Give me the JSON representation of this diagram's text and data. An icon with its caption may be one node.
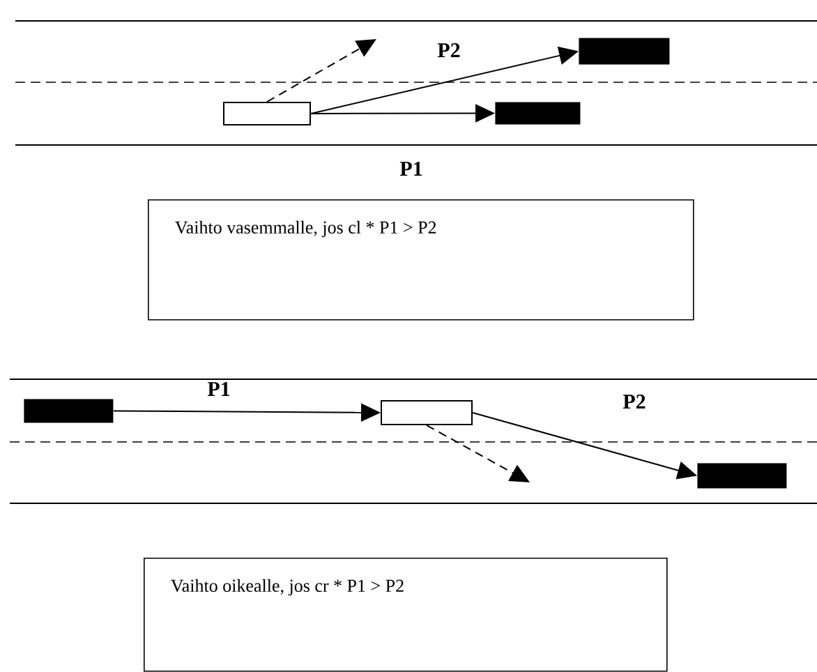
{
  "diagram": {
    "nodes": [
      {
        "text": [],
        "shape": "box"
      },
      {
        "text": [],
        "shape": "bar"
      },
      {
        "text": [],
        "shape": "bar"
      },
      {
        "text": [
          "Vaihto vasemmalle, jos cl * P1 > P2"
        ]
      },
      {
        "text": [],
        "shape": "bar"
      },
      {
        "text": [],
        "shape": "box"
      },
      {
        "text": [],
        "shape": "bar"
      },
      {
        "text": [
          "Vaihto oikealle, jos cr * P1 > P2"
        ]
      }
    ],
    "edges": [
      {
        "from": 0,
        "to": null,
        "arrow": "to",
        "style": "dashed"
      },
      {
        "from": 0,
        "to": 1,
        "arrow": "to"
      },
      {
        "from": 0,
        "to": 2,
        "arrow": "to"
      },
      {
        "from": 4,
        "to": 5,
        "arrow": "to"
      },
      {
        "from": 5,
        "to": null,
        "arrow": "to",
        "style": "dashed"
      },
      {
        "from": 5,
        "to": 6,
        "arrow": "to"
      }
    ],
    "labels": [
      "P2",
      "P1",
      "P1",
      "P2"
    ]
  }
}
